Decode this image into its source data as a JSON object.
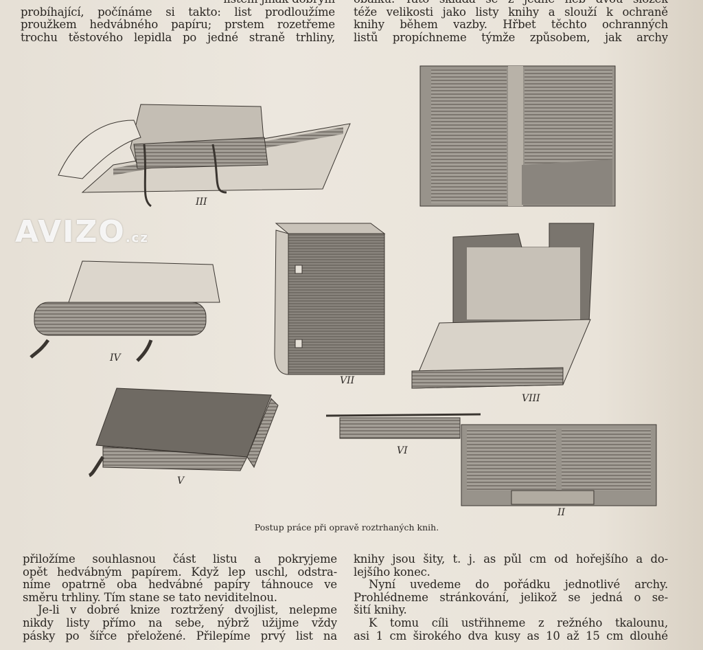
{
  "watermark": {
    "text": "AVIZO",
    "suffix": ".cz"
  },
  "top_left_lines": [
    "listem jinak dobrým",
    "probíhající, počínáme si takto: list prodloužíme",
    "proužkem hedvábného papíru; prstem rozetřeme",
    "trochu těstového lepidla po jedné straně trhliny,"
  ],
  "top_right_lines": [
    "obálku. Tato skládá se z jedné neb dvou složek",
    "téže velikosti jako listy knihy a slouží k ochraně",
    "knihy během vazby. Hřbet těchto ochranných",
    "listů propíchneme týmže způsobem, jak archy"
  ],
  "figure_labels": {
    "III": "III",
    "IV": "IV",
    "V": "V",
    "VI": "VI",
    "VII": "VII",
    "VIII": "VIII",
    "II": "II"
  },
  "caption": "Postup práce při opravě roztrhaných knih.",
  "bottom_left_lines": [
    "přiložíme souhlasnou část listu a pokryjeme",
    "opět hedvábným papírem. Když lep uschl, odstra-",
    "níme opatrně oba hedvábné papíry táhnouce ve",
    "směru trhliny. Tím stane se tato neviditelnou.",
    "Je-li v dobré knize roztržený dvojlist, nelepme",
    "nikdy listy přímo na sebe, nýbrž užijme vždy",
    "pásky po šířce přeložené. Přilepíme prvý list na"
  ],
  "bottom_right_lines": [
    "knihy jsou šity, t. j. as půl cm od hořejšího a do-",
    "lejšího konec.",
    "Nyní uvedeme do pořádku jednotlivé archy.",
    "Prohlédneme stránkování, jelikož se jedná o se-",
    "šití knihy.",
    "K tomu cíli ustřihneme z režného tkalounu,",
    "asi 1 cm širokého dva kusy as 10 až 15 cm dlouhé"
  ]
}
